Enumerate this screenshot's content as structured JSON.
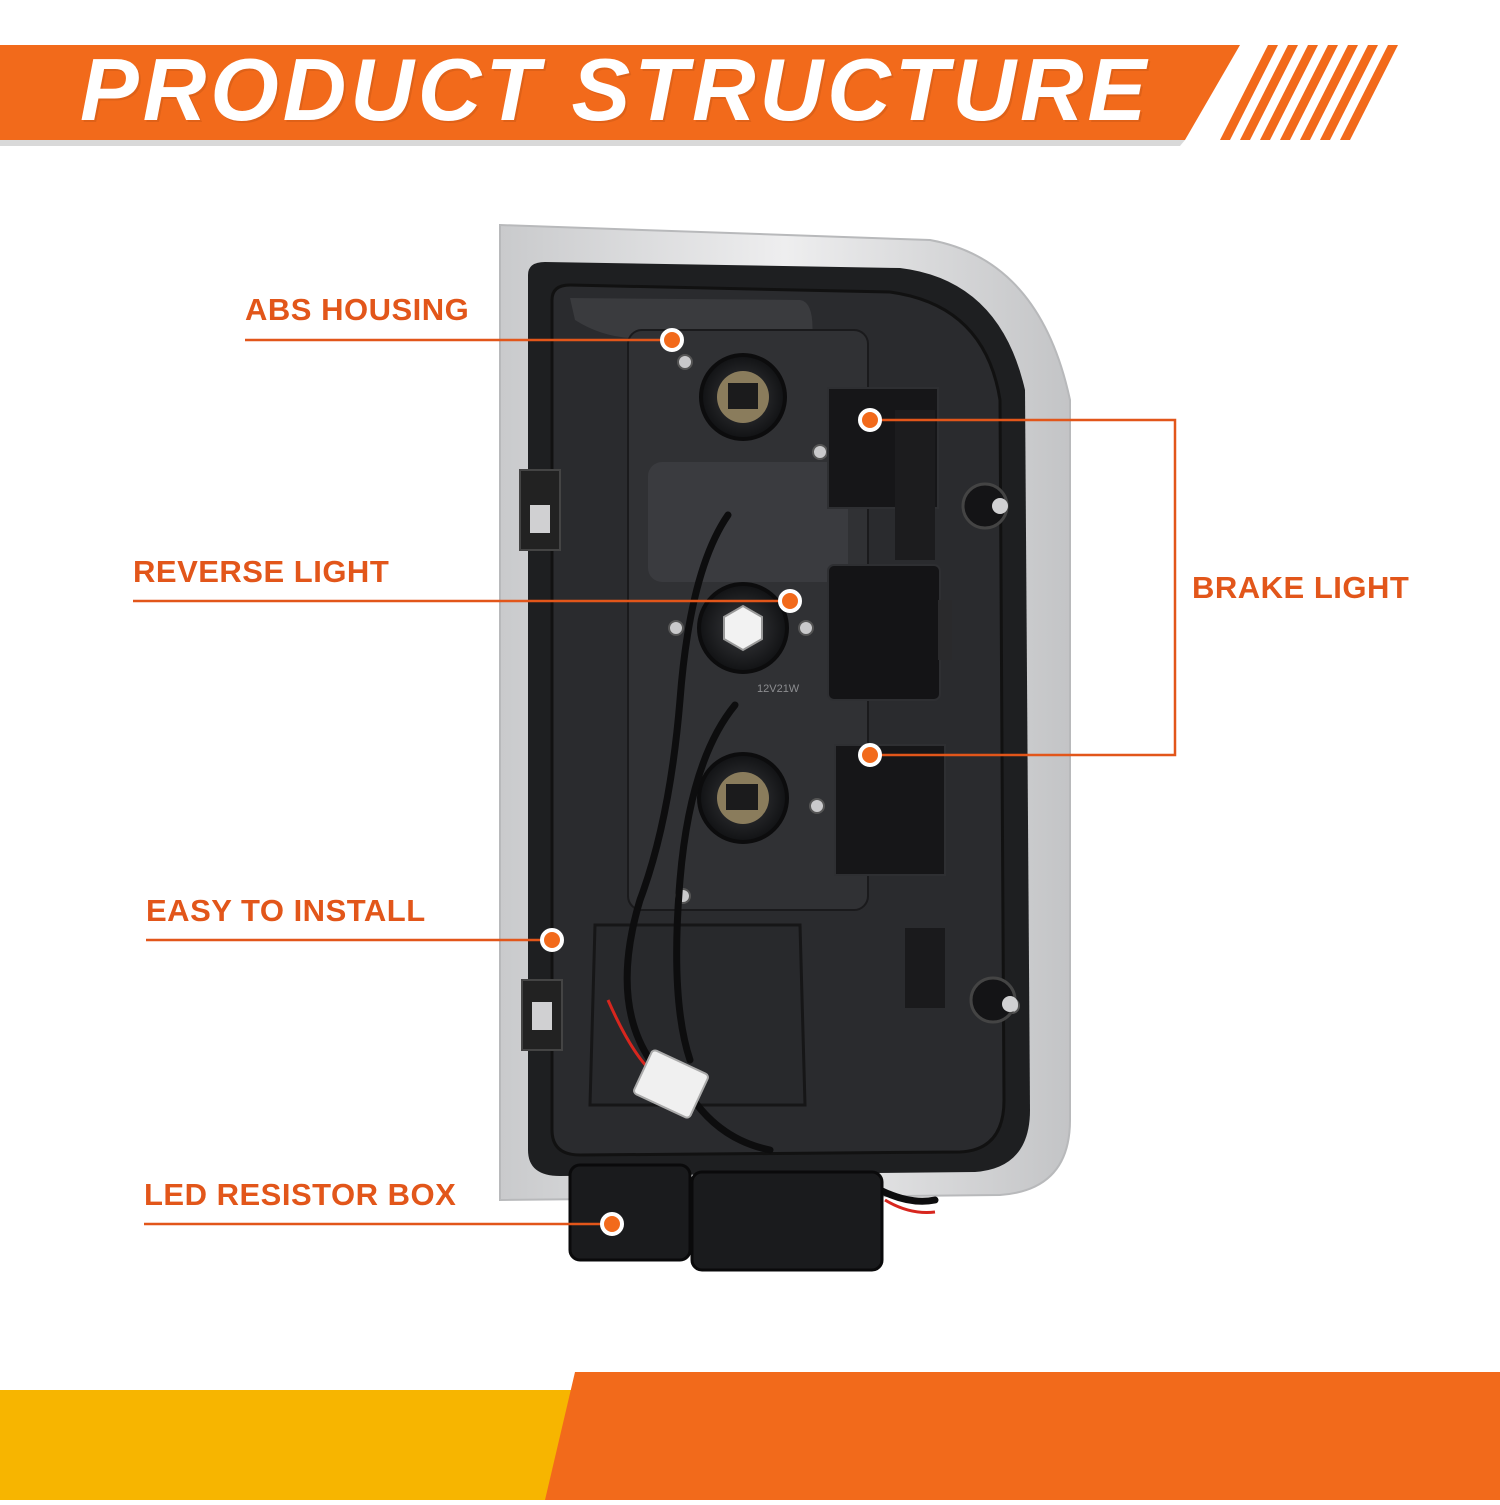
{
  "banner": {
    "title": "PRODUCT STRUCTURE"
  },
  "callouts": [
    {
      "id": "abs-housing",
      "label": "ABS HOUSING"
    },
    {
      "id": "reverse-light",
      "label": "REVERSE LIGHT"
    },
    {
      "id": "easy-to-install",
      "label": "EASY TO INSTALL"
    },
    {
      "id": "led-resistor-box",
      "label": "LED RESISTOR BOX"
    },
    {
      "id": "brake-light",
      "label": "BRAKE LIGHT"
    }
  ],
  "product": {
    "bulb_marking": "12V21W"
  },
  "colors": {
    "accent": "#F26A1B",
    "accent_dark": "#E2561A",
    "yellow": "#F7B500",
    "housing": "#1E1F21",
    "chrome": "#DADBDD"
  }
}
